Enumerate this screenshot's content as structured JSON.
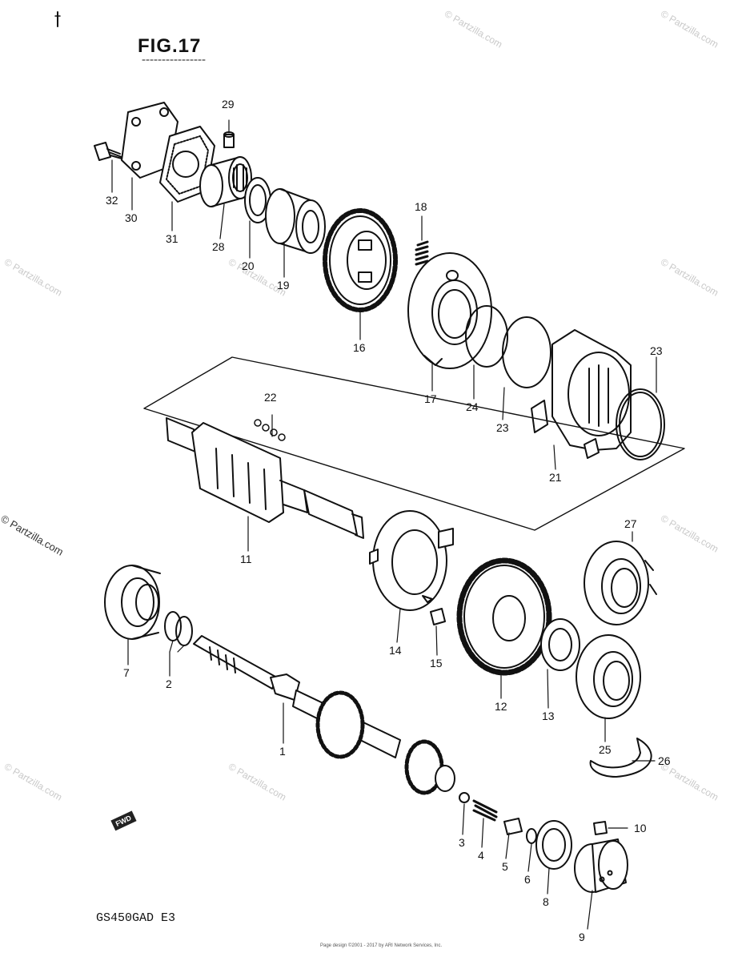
{
  "figure_title": "FIG.17",
  "model_code": "GS450GAD  E3",
  "fwd_label": "FWD",
  "watermark": "© Partzilla.com",
  "footer_note": "Page design ©2001 - 2017 by ARI Network Services, Inc.",
  "part_numbers": [
    "1",
    "2",
    "3",
    "4",
    "5",
    "6",
    "7",
    "8",
    "9",
    "10",
    "11",
    "12",
    "13",
    "14",
    "15",
    "16",
    "17",
    "18",
    "19",
    "20",
    "21",
    "22",
    "23",
    "23",
    "24",
    "25",
    "26",
    "27",
    "28",
    "29",
    "30",
    "31",
    "32"
  ],
  "colors": {
    "line": "#111111",
    "background": "#ffffff",
    "watermark": "#c9c9c9"
  }
}
